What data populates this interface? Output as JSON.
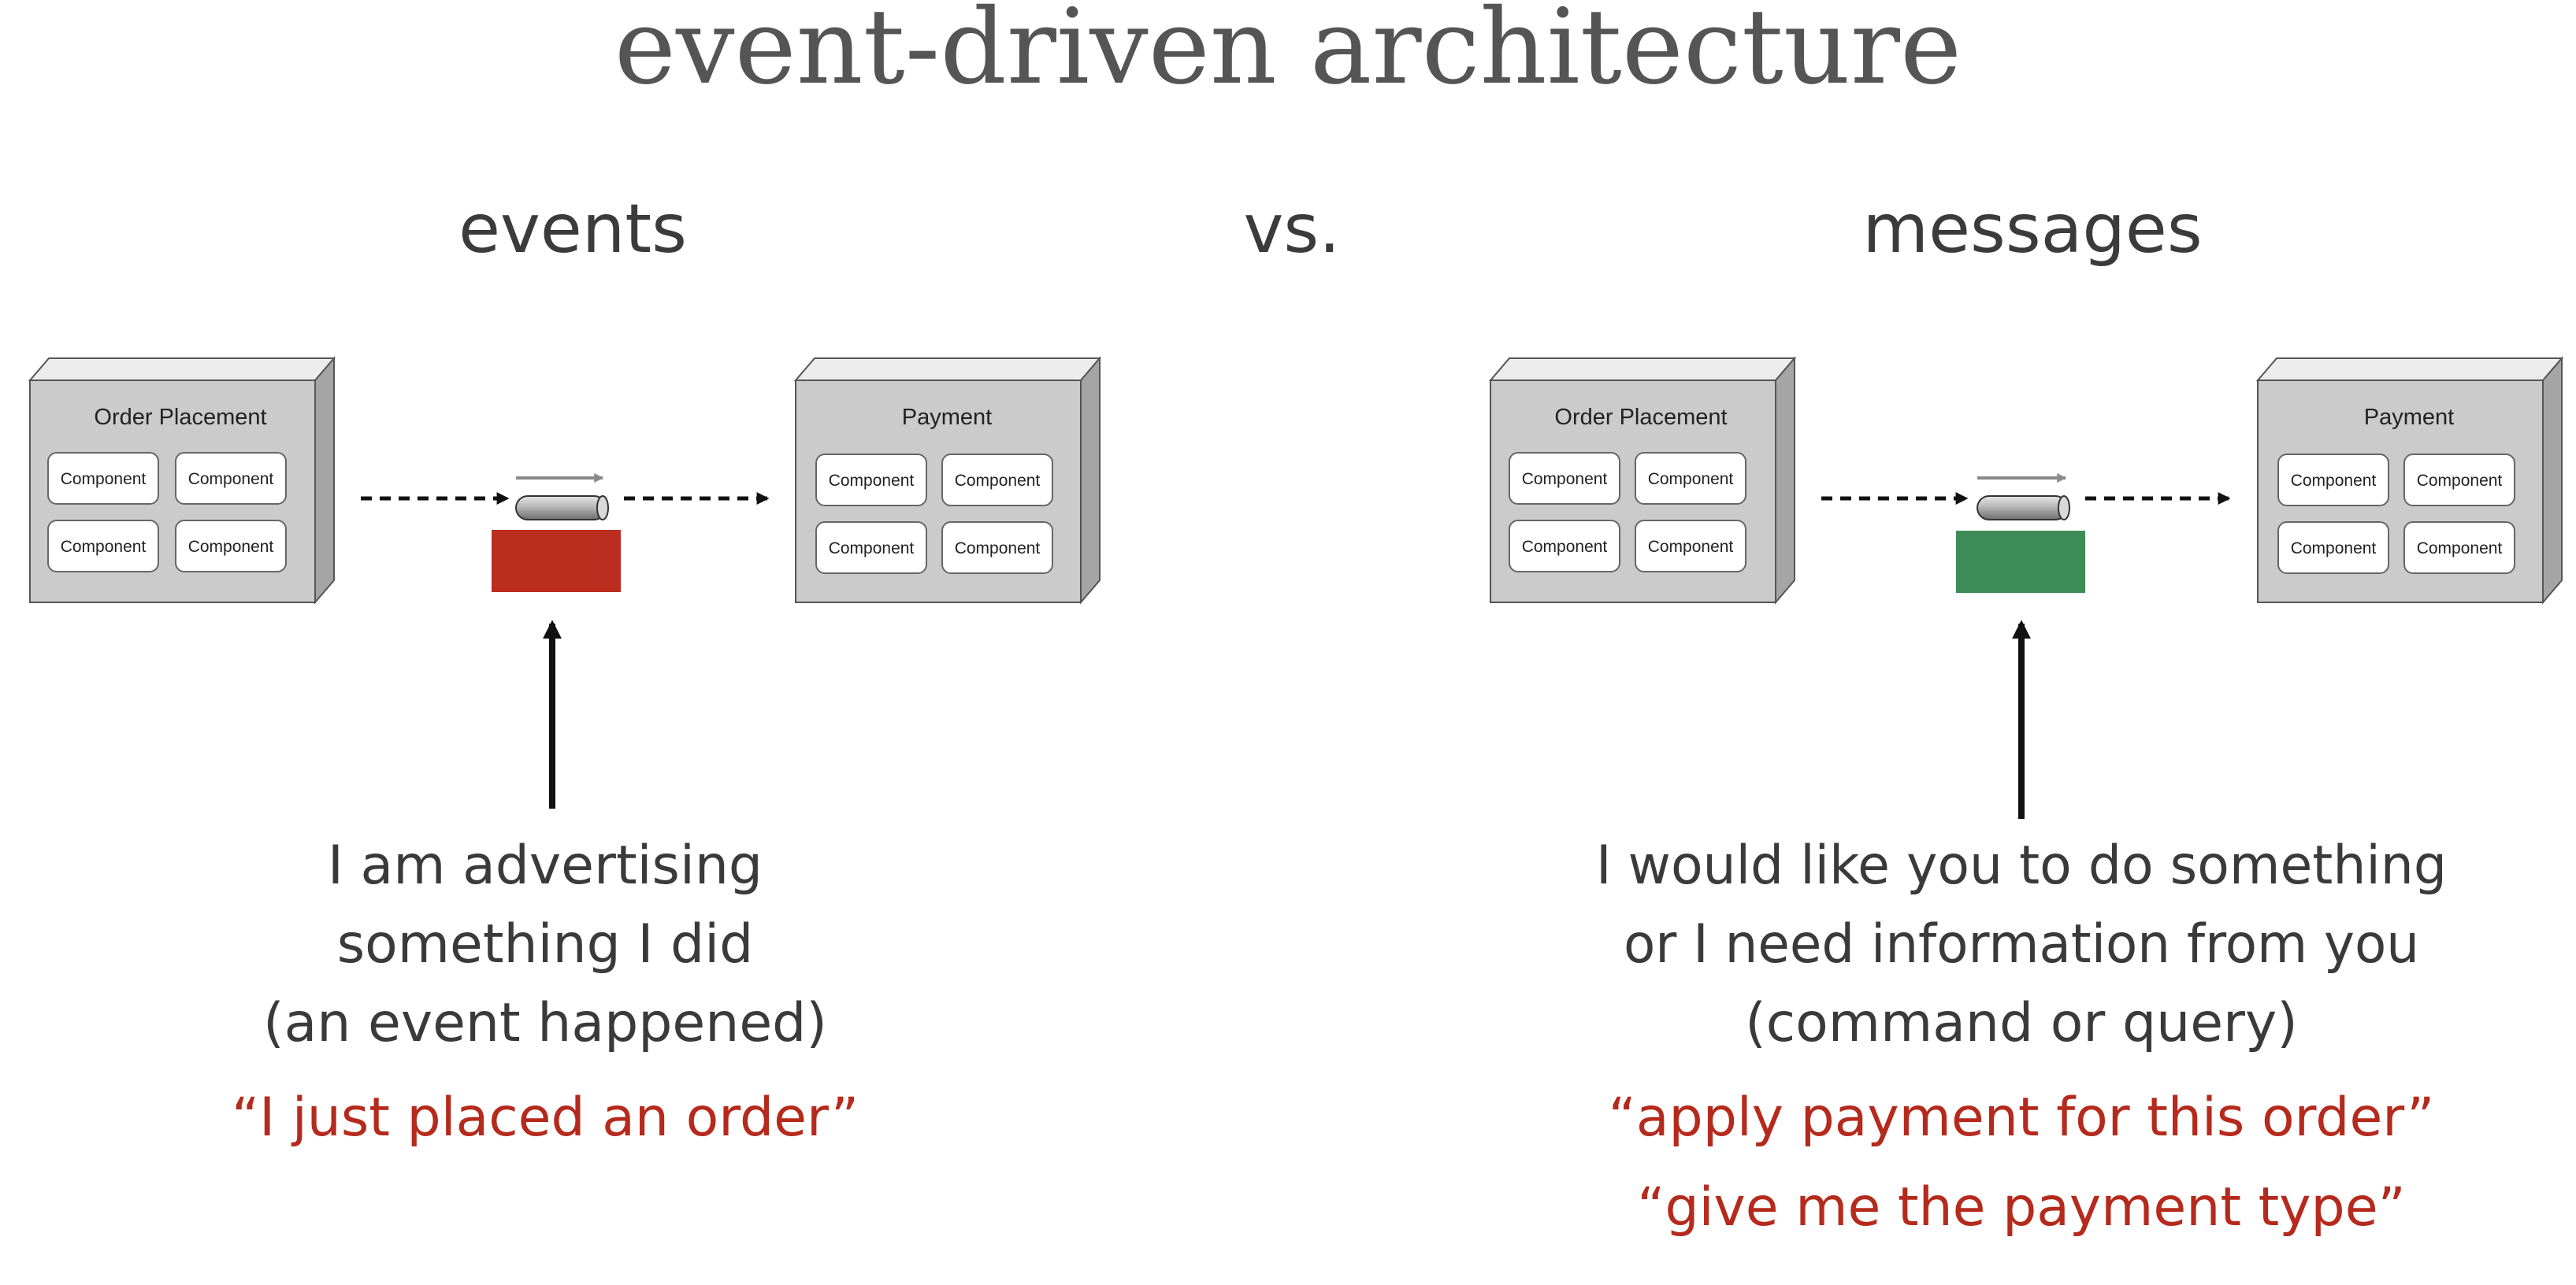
{
  "title": "event-driven architecture",
  "headings": {
    "left": "events",
    "middle": "vs.",
    "right": "messages"
  },
  "colors": {
    "event_block": "#bb2d1f",
    "message_block": "#3d8c58",
    "quote": "#b52a1c",
    "title": "#555555",
    "heading": "#3b3b3b"
  },
  "events_panel": {
    "source_box": {
      "title": "Order Placement",
      "components": [
        "Component",
        "Component",
        "Component",
        "Component"
      ]
    },
    "target_box": {
      "title": "Payment",
      "components": [
        "Component",
        "Component",
        "Component",
        "Component"
      ]
    },
    "caption_lines": [
      "I am advertising",
      "something I did",
      "(an event happened)"
    ],
    "quotes": [
      "“I just placed an order”"
    ]
  },
  "messages_panel": {
    "source_box": {
      "title": "Order Placement",
      "components": [
        "Component",
        "Component",
        "Component",
        "Component"
      ]
    },
    "target_box": {
      "title": "Payment",
      "components": [
        "Component",
        "Component",
        "Component",
        "Component"
      ]
    },
    "caption_lines": [
      "I would like you to do something",
      "or I need information from you",
      "(command or query)"
    ],
    "quotes": [
      "“apply payment for this order”",
      "“give me the payment type”"
    ]
  }
}
